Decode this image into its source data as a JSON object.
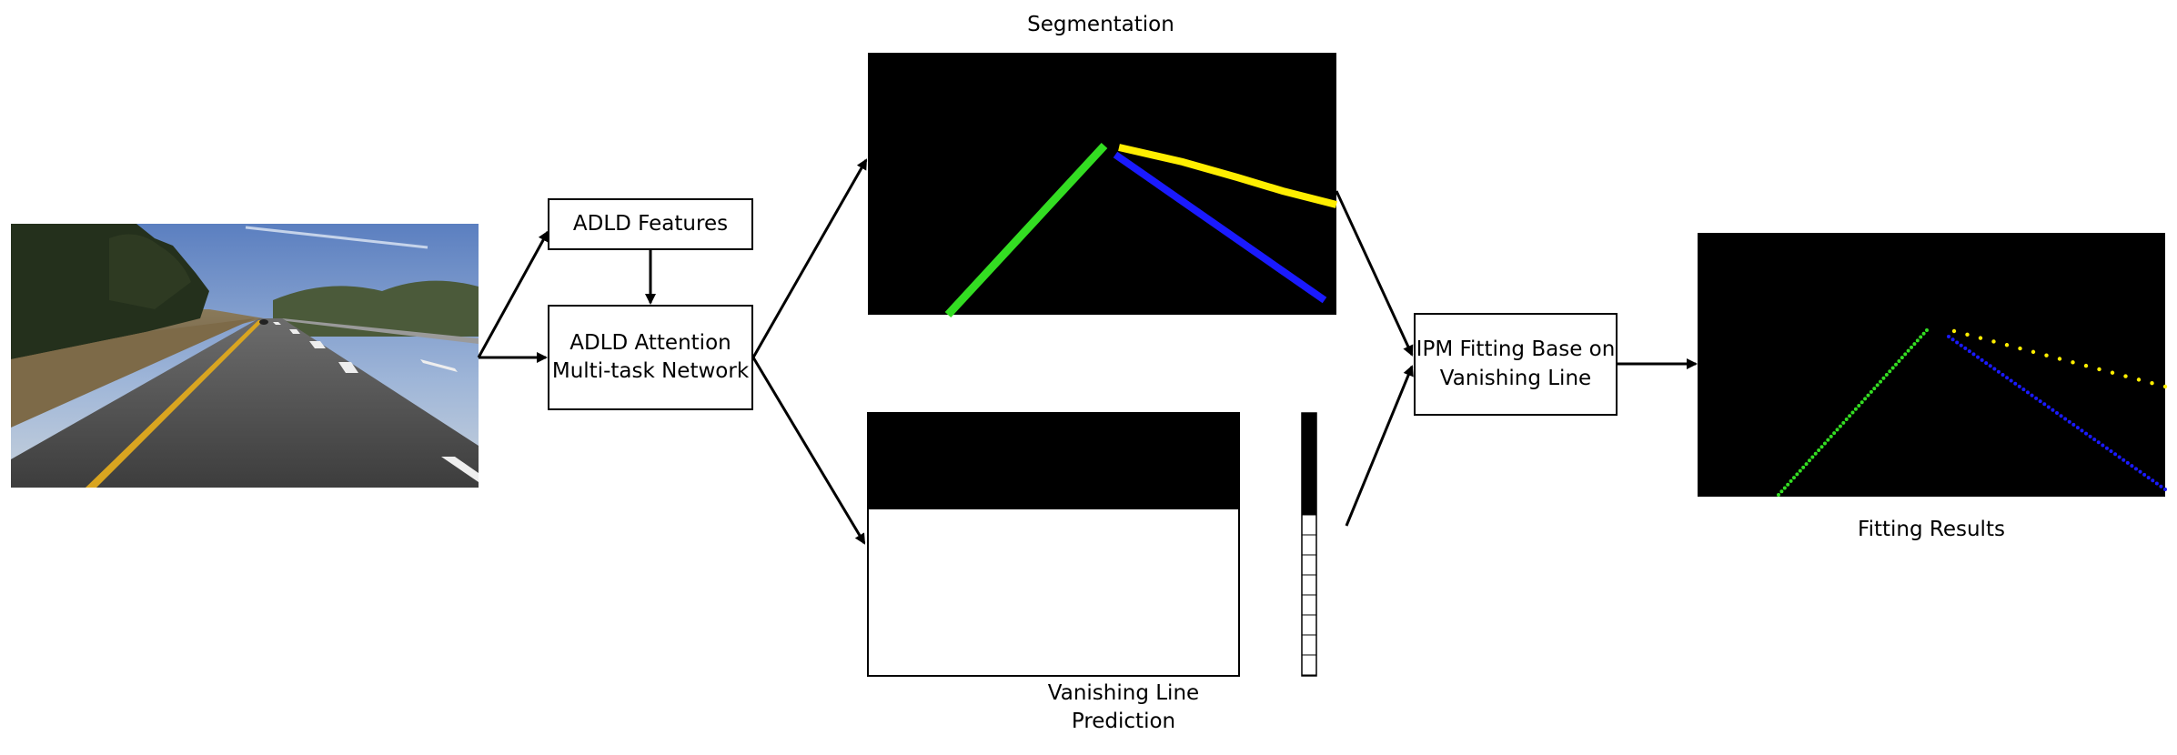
{
  "input_image": {
    "alt": "road scene"
  },
  "boxes": {
    "features": "ADLD Features",
    "network_line1": "ADLD Attention",
    "network_line2": "Multi-task Network",
    "ipm_line1": "IPM Fitting Base on",
    "ipm_line2": "Vanishing Line"
  },
  "captions": {
    "segmentation": "Segmentation",
    "vanishing_line1": "Vanishing Line",
    "vanishing_line2": "Prediction",
    "fitting_results": "Fitting Results"
  },
  "colors": {
    "lane_green": "#33dd22",
    "lane_yellow": "#ffee00",
    "lane_blue": "#1a1aff",
    "background_black": "#000000"
  }
}
